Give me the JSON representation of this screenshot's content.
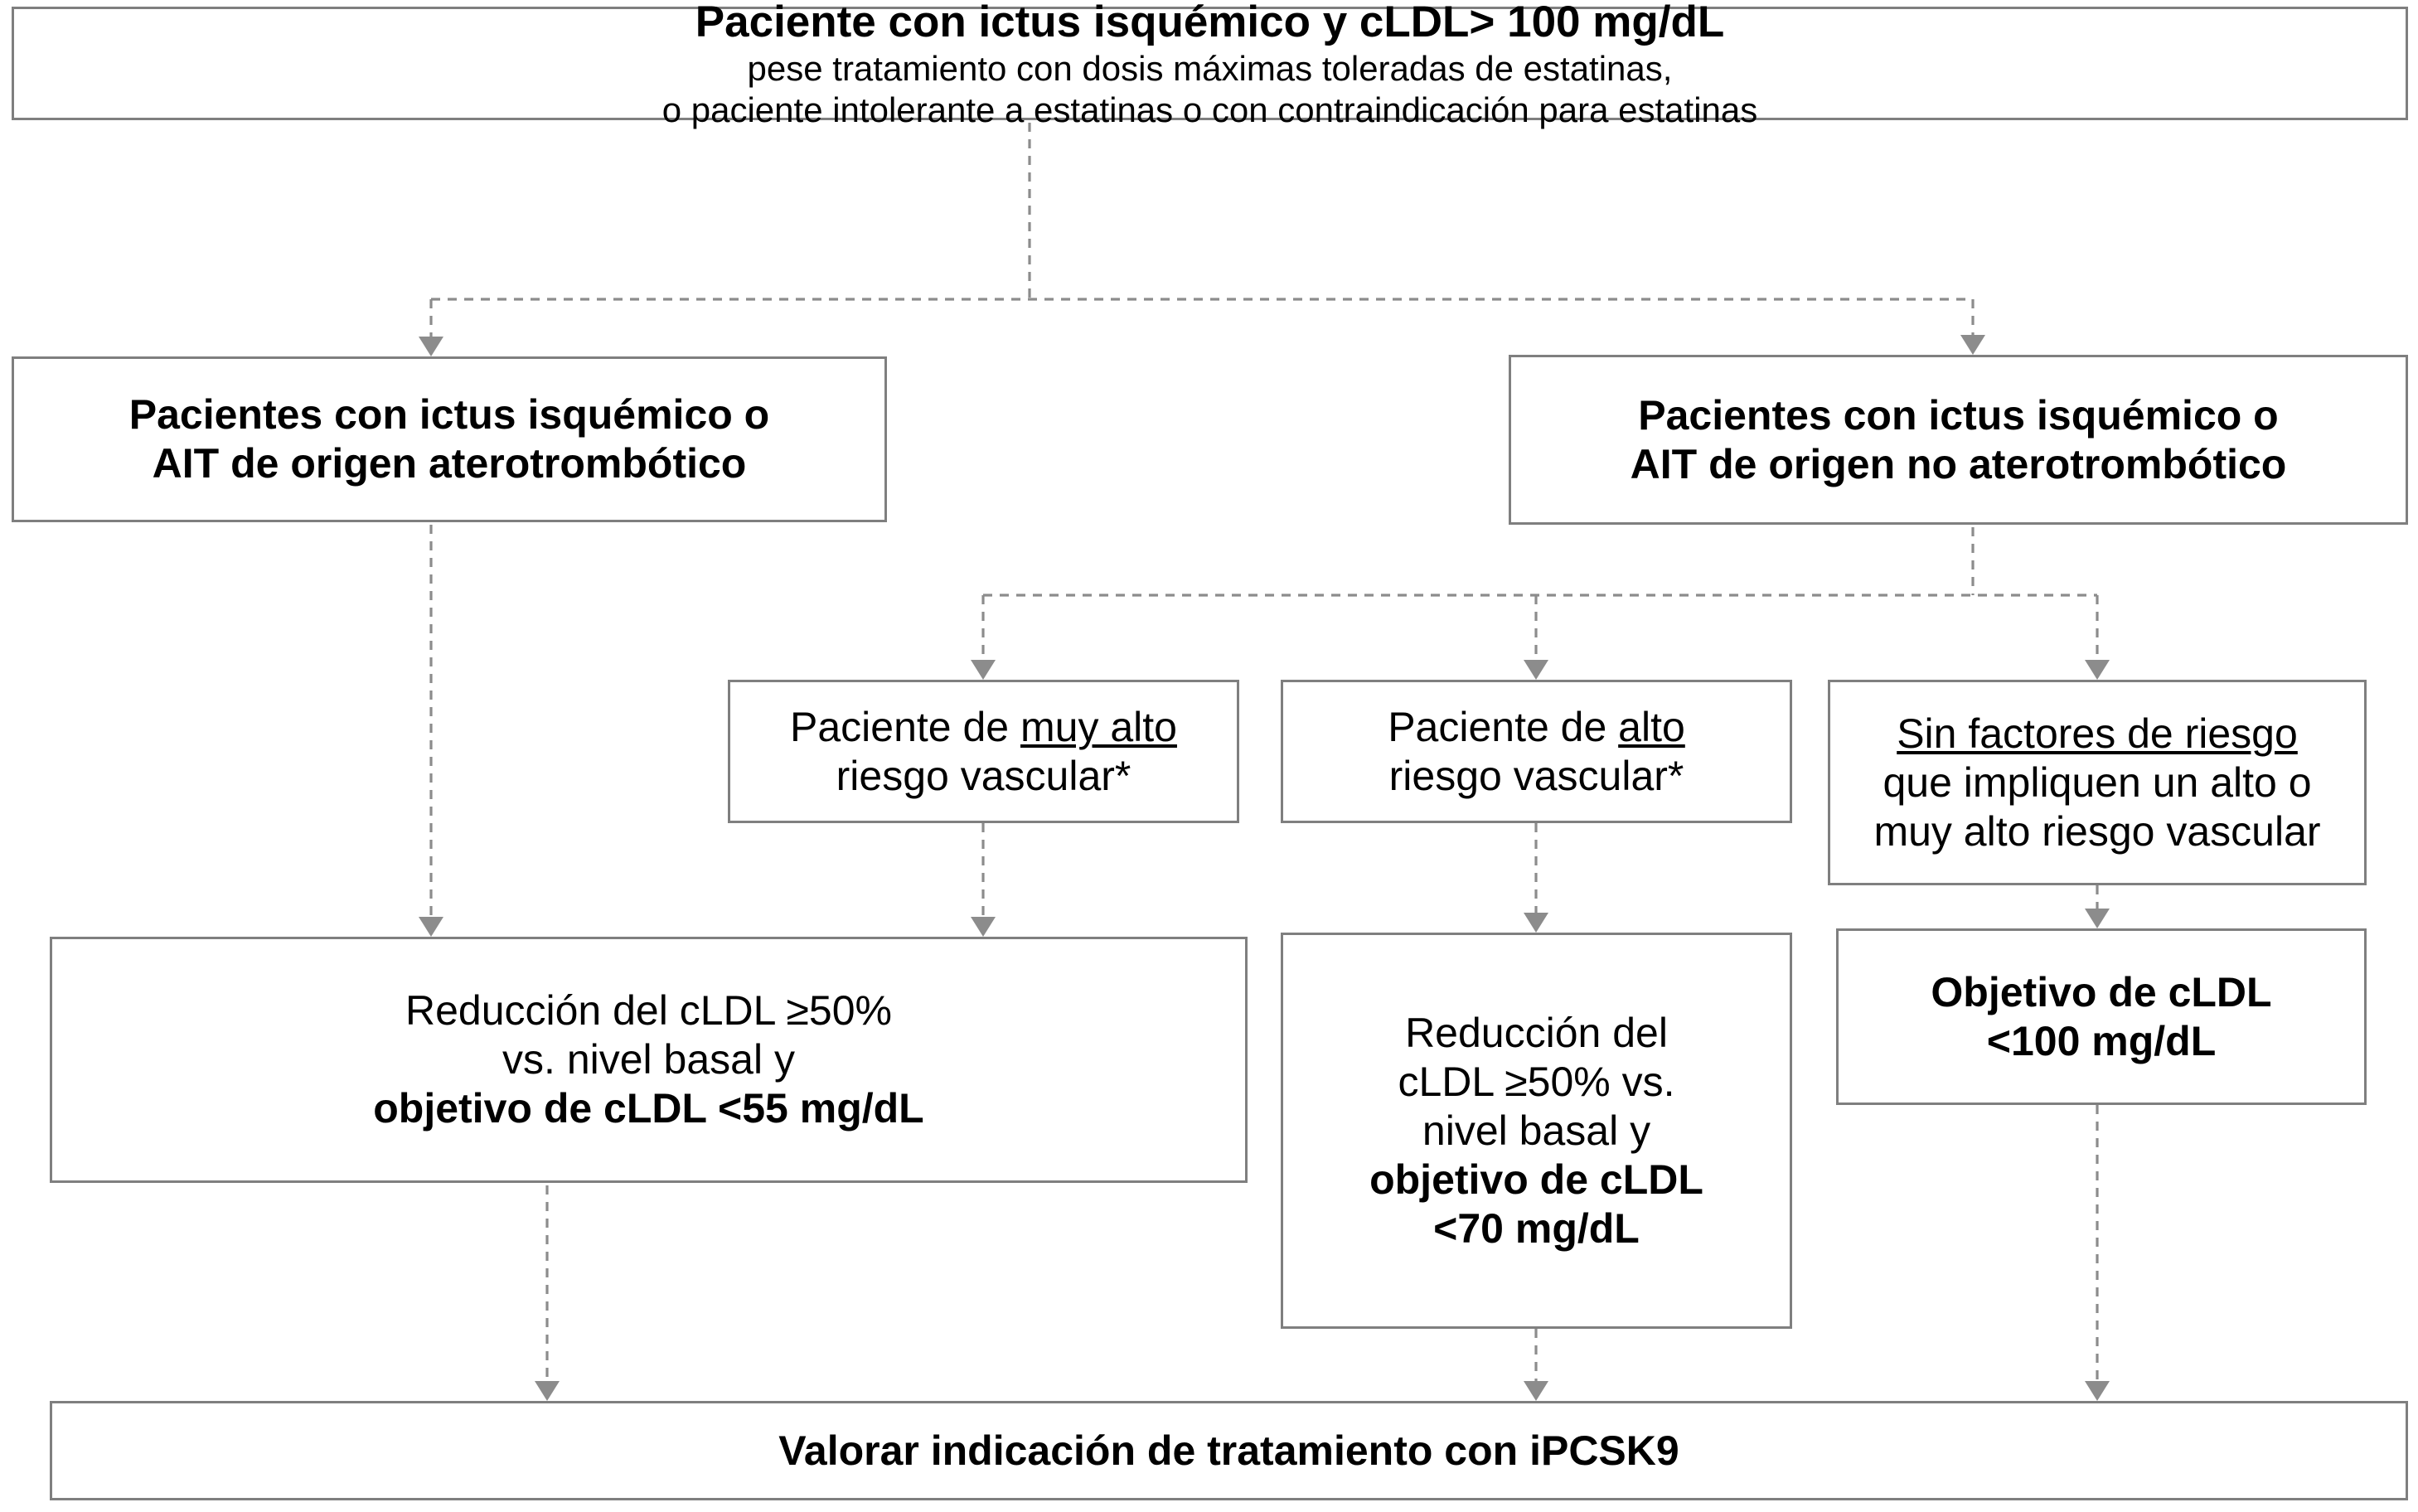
{
  "diagram": {
    "title_box": {
      "heading": "Paciente con ictus isquémico y cLDL> 100 mg/dL",
      "line2": "pese tratamiento con dosis máximas toleradas de estatinas,",
      "line3": "o paciente intolerante a estatinas o con contraindicación para estatinas"
    },
    "level2": {
      "left": {
        "line1": "Pacientes con ictus isquémico o",
        "line2": "AIT de origen aterotrombótico"
      },
      "right": {
        "line1": "Pacientes con ictus isquémico o",
        "line2": "AIT de origen no aterotrombótico"
      }
    },
    "risk": {
      "very_high": {
        "lead": "Paciente de ",
        "emphasis": "muy alto",
        "line2": "riesgo vascular*"
      },
      "high": {
        "lead": "Paciente de ",
        "emphasis": "alto",
        "line2": "riesgo vascular*"
      },
      "none": {
        "emphasis": "Sin factores de riesgo",
        "line2": "que impliquen un alto o",
        "line3": "muy alto riesgo vascular"
      }
    },
    "outcomes": {
      "left": {
        "line1": "Reducción del cLDL ≥50%",
        "line2": "vs. nivel basal y",
        "line3": "objetivo de cLDL <55 mg/dL"
      },
      "middle": {
        "line1": "Reducción del",
        "line2": "cLDL ≥50% vs.",
        "line3": "nivel basal y",
        "line4": "objetivo de cLDL",
        "line5": "<70 mg/dL"
      },
      "right": {
        "line1": "Objetivo de cLDL",
        "line2": "<100 mg/dL"
      }
    },
    "final_box": {
      "text": "Valorar indicación de tratamiento con iPCSK9"
    },
    "colors": {
      "border": "#7f7f7f",
      "connector": "#8c8c8c",
      "text": "#000000",
      "background": "#ffffff"
    }
  }
}
